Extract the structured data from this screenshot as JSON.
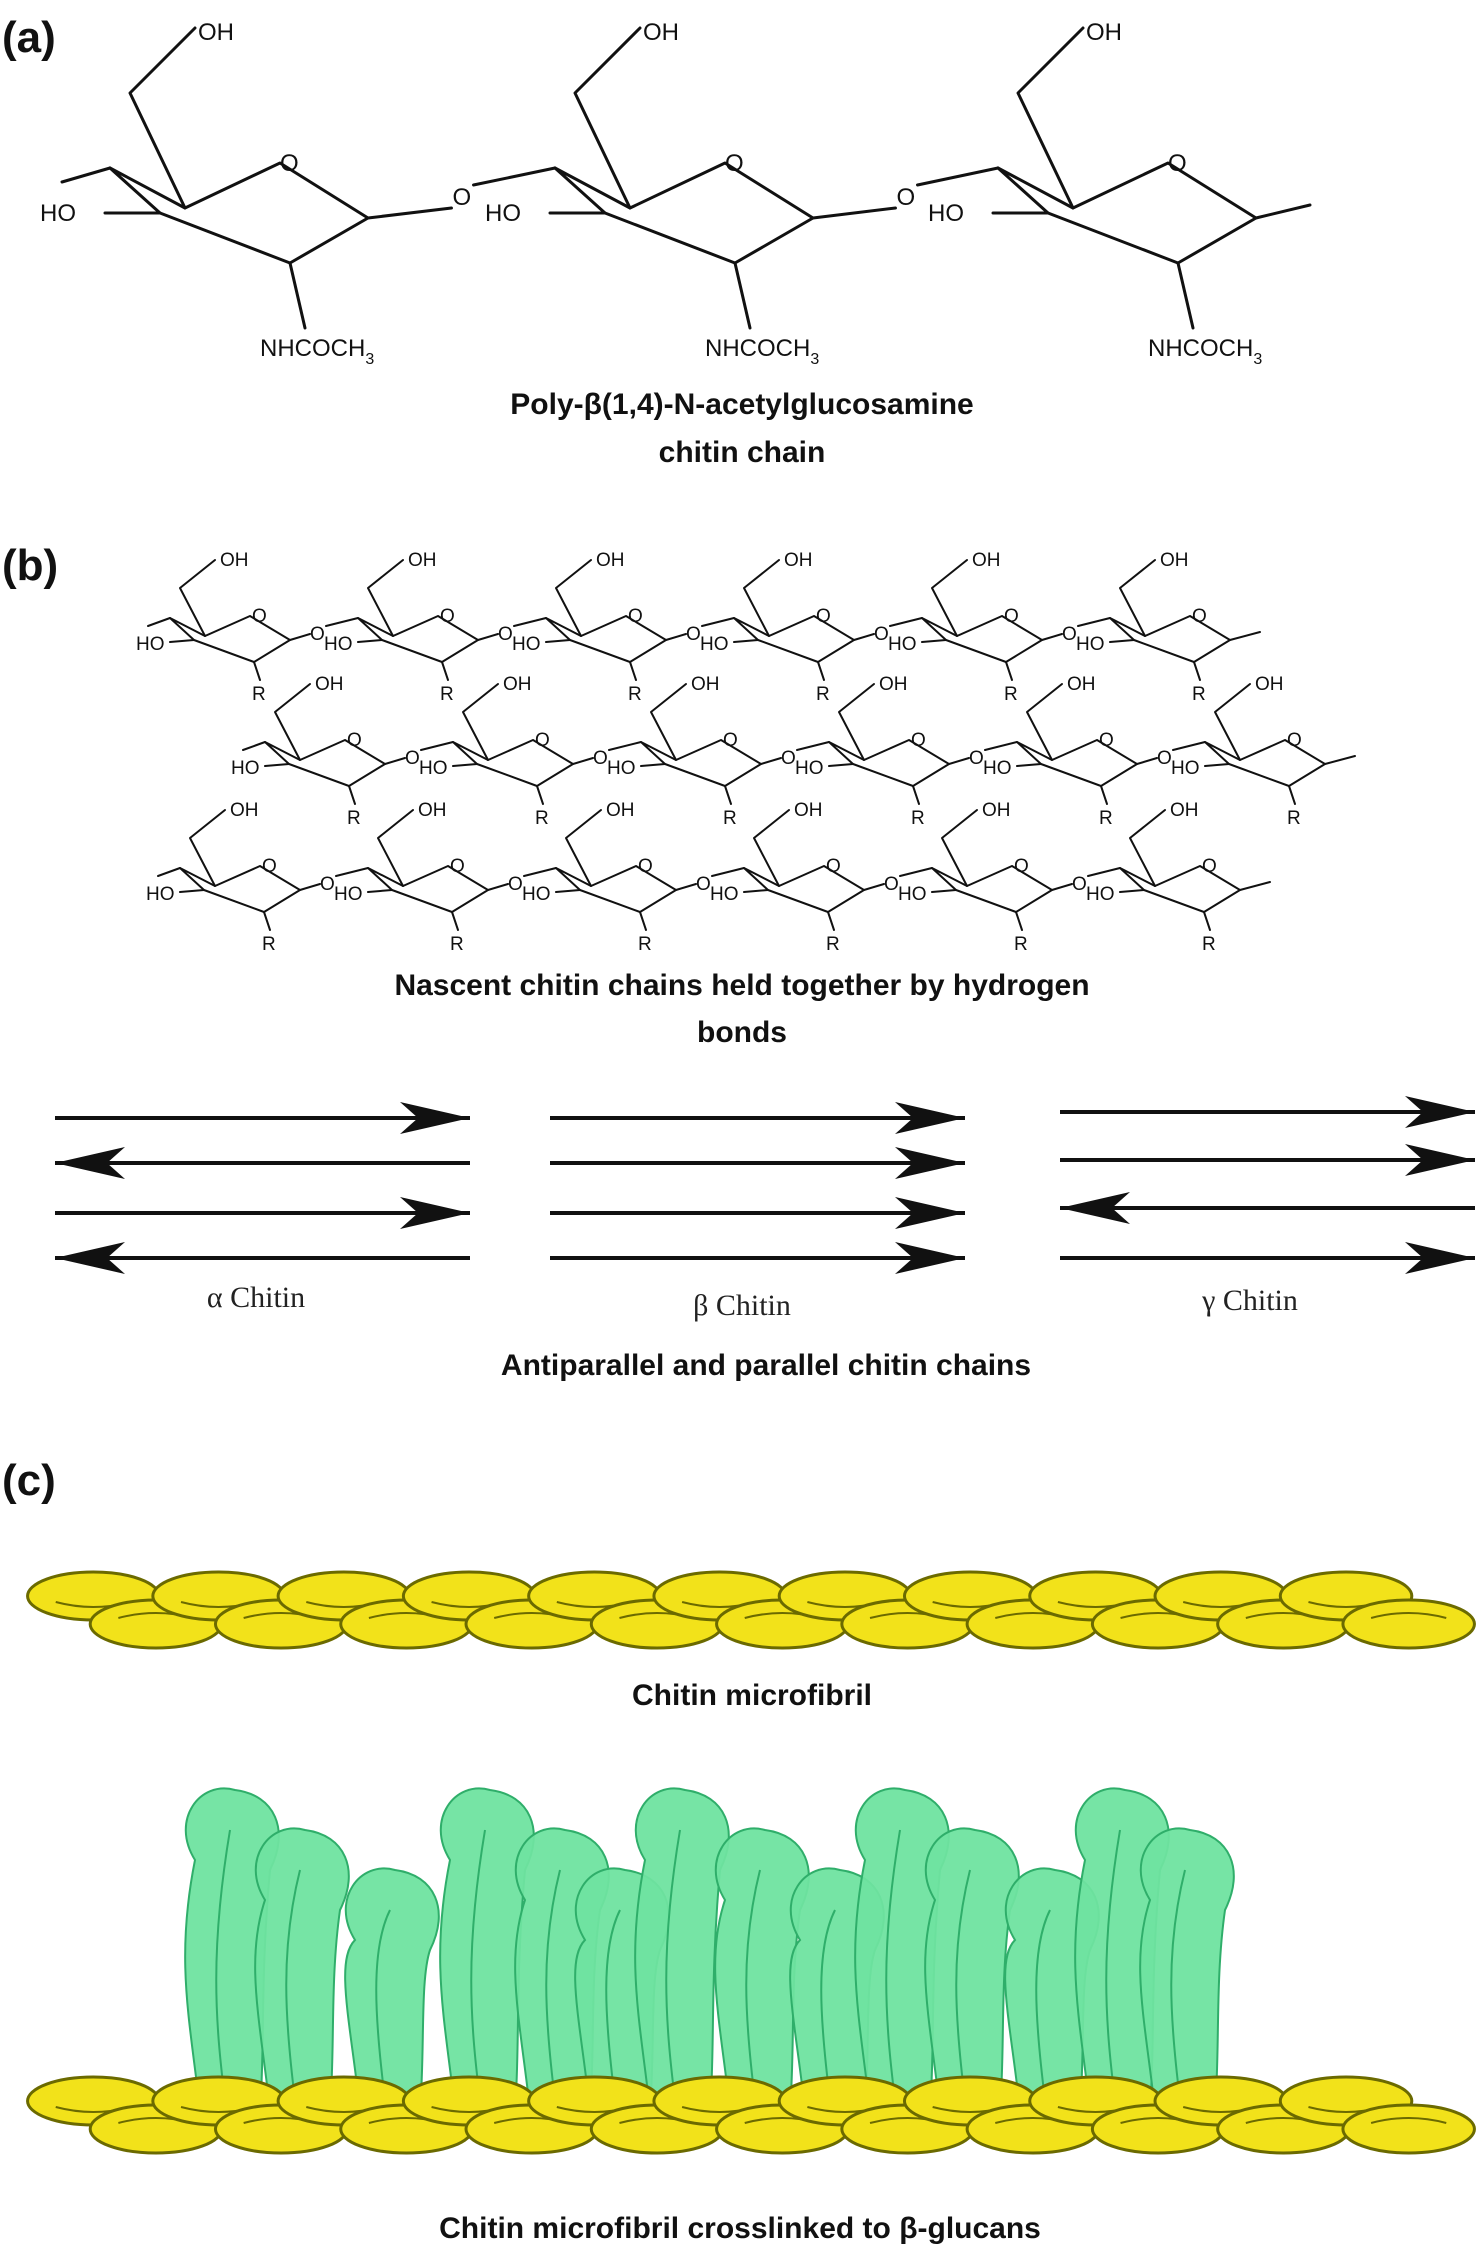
{
  "panels": {
    "a": {
      "label": "(a)",
      "caption_line1": "Poly-β(1,4)-N-acetylglucosamine",
      "caption_line2": "chitin chain",
      "atoms": {
        "oh": "OH",
        "ho": "HO",
        "ring_o": "O",
        "link_o": "O",
        "nh": "NHCOCH",
        "nh_sub": "3"
      }
    },
    "b": {
      "label": "(b)",
      "caption_line1": "Nascent chitin chains held together by hydrogen",
      "caption_line2": "bonds",
      "atoms": {
        "oh": "OH",
        "ho": "HO",
        "ring_o": "O",
        "link_o": "O",
        "r": "R"
      },
      "chitin_types": [
        "α Chitin",
        "β Chitin",
        "γ Chitin"
      ],
      "arrow_directions": [
        [
          "right",
          "left",
          "right",
          "left"
        ],
        [
          "right",
          "right",
          "right",
          "right"
        ],
        [
          "right",
          "right",
          "left",
          "right"
        ]
      ],
      "arrows_caption": "Antiparallel and parallel chitin chains"
    },
    "c": {
      "label": "(c)",
      "microfibril_caption": "Chitin microfibril",
      "crosslinked_caption": "Chitin microfibril crosslinked to β-glucans"
    }
  },
  "colors": {
    "microfibril_fill": "#f2e21a",
    "microfibril_stroke": "#6b6a00",
    "glucan_fill": "#6fe3a0",
    "glucan_stroke": "#2fae6a"
  }
}
